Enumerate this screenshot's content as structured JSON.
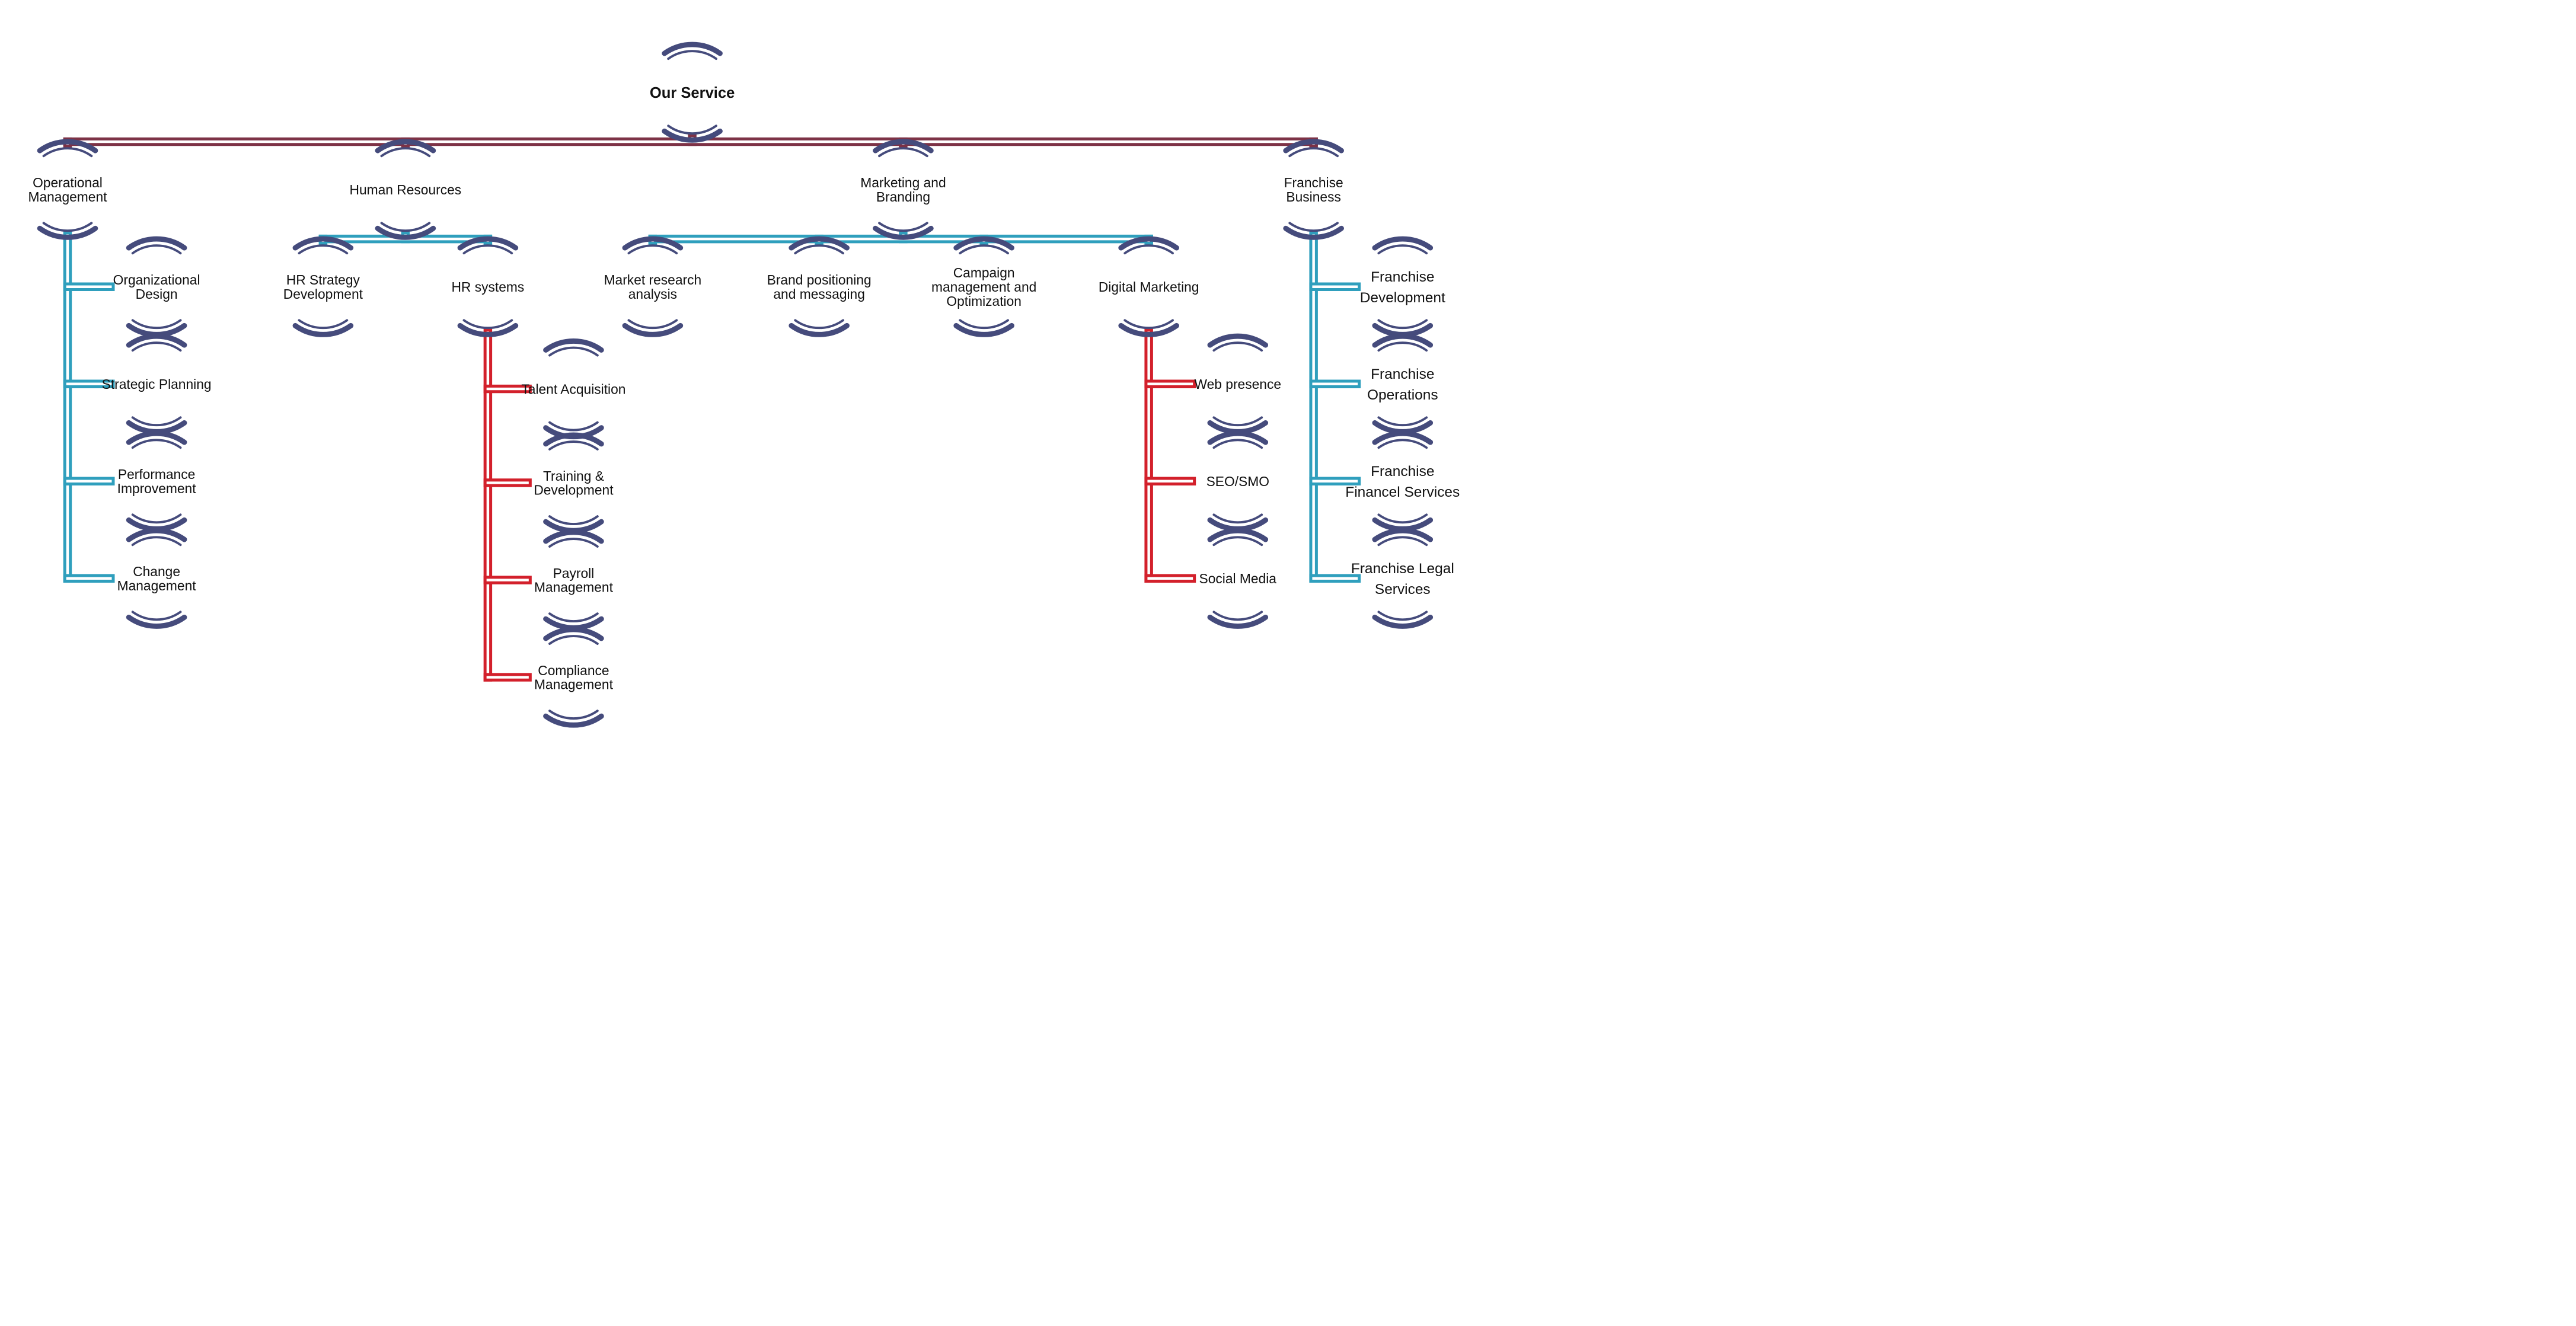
{
  "colors": {
    "root_connector": "#7d3246",
    "teal_connector": "#2f9fbd",
    "red_connector": "#d3202b",
    "node_arc": "#454b7c",
    "text": "#111111"
  },
  "root": {
    "lines": [
      "Our Service"
    ]
  },
  "categories": [
    {
      "lines": [
        "Operational",
        "Management"
      ],
      "children": [
        {
          "lines": [
            "Organizational",
            "Design"
          ]
        },
        {
          "lines": [
            "Strategic Planning"
          ]
        },
        {
          "lines": [
            "Performance",
            "Improvement"
          ]
        },
        {
          "lines": [
            "Change",
            "Management"
          ]
        }
      ]
    },
    {
      "lines": [
        "Human Resources"
      ],
      "children": [
        {
          "lines": [
            "HR Strategy",
            "Development"
          ]
        },
        {
          "lines": [
            "HR systems"
          ],
          "children": [
            {
              "lines": [
                "Talent Acquisition"
              ]
            },
            {
              "lines": [
                "Training &",
                "Development"
              ]
            },
            {
              "lines": [
                "Payroll",
                "Management"
              ]
            },
            {
              "lines": [
                "Compliance",
                "Management"
              ]
            }
          ]
        }
      ]
    },
    {
      "lines": [
        "Marketing and",
        "Branding"
      ],
      "children": [
        {
          "lines": [
            "Market research",
            "analysis"
          ]
        },
        {
          "lines": [
            "Brand positioning",
            "and messaging"
          ]
        },
        {
          "lines": [
            "Campaign",
            "management and",
            "Optimization"
          ]
        },
        {
          "lines": [
            "Digital Marketing"
          ],
          "children": [
            {
              "lines": [
                "Web presence"
              ]
            },
            {
              "lines": [
                "SEO/SMO"
              ]
            },
            {
              "lines": [
                "Social Media"
              ]
            }
          ]
        }
      ]
    },
    {
      "lines": [
        "Franchise",
        "Business"
      ],
      "children": [
        {
          "lines": [
            "Franchise",
            "Development"
          ]
        },
        {
          "lines": [
            "Franchise",
            "Operations"
          ]
        },
        {
          "lines": [
            "Franchise",
            "Financel Services"
          ]
        },
        {
          "lines": [
            "Franchise Legal",
            "Services"
          ]
        }
      ]
    }
  ]
}
